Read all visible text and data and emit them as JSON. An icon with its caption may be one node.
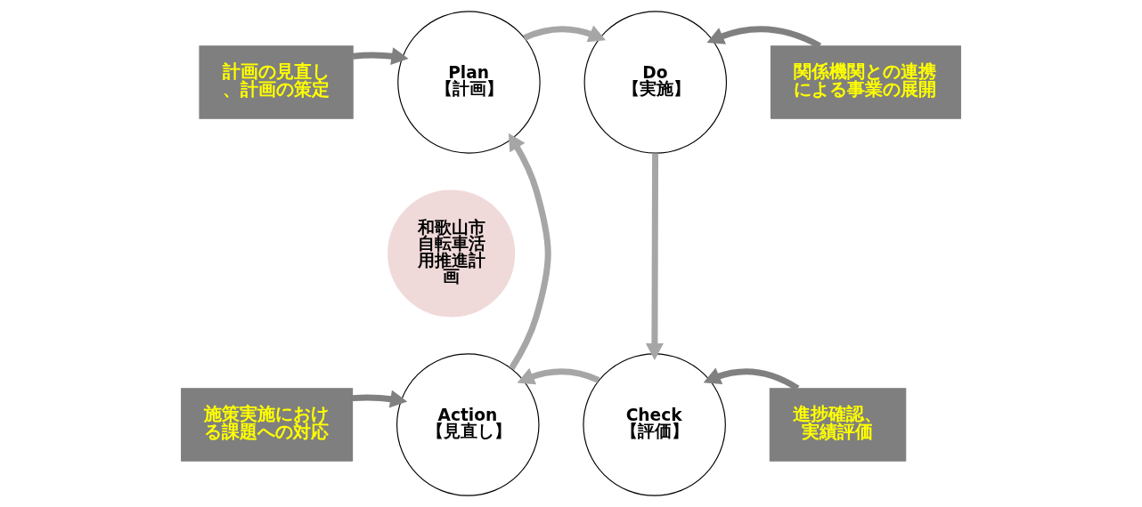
{
  "diagram": {
    "nodes": [
      {
        "text": [
          "Plan",
          "【計画】"
        ]
      },
      {
        "text": [
          "Do",
          "【実施】"
        ]
      },
      {
        "text": [
          "Check",
          "【評価】"
        ]
      },
      {
        "text": [
          "Action",
          "【見直し】"
        ]
      },
      {
        "text": [
          "和歌山市自転車活用推進計画"
        ]
      },
      {
        "text": [
          "計画の見直し、計画の策定"
        ]
      },
      {
        "text": [
          "関係機関との連携による事業の展開"
        ]
      },
      {
        "text": [
          "進捗確認、実績評価"
        ]
      },
      {
        "text": [
          "施策実施における課題への対応"
        ]
      }
    ],
    "edges": [
      {
        "from": 0,
        "to": 1,
        "arrow": "to"
      },
      {
        "from": 1,
        "to": 2,
        "arrow": "to"
      },
      {
        "from": 2,
        "to": 3,
        "arrow": "to"
      },
      {
        "from": 3,
        "to": 0,
        "arrow": "to"
      },
      {
        "from": 5,
        "to": 0,
        "arrow": "to",
        "color": "#808080"
      },
      {
        "from": 6,
        "to": 1,
        "arrow": "to",
        "color": "#808080"
      },
      {
        "from": 7,
        "to": 2,
        "arrow": "to",
        "color": "#808080"
      },
      {
        "from": 8,
        "to": 3,
        "arrow": "to",
        "color": "#808080"
      }
    ]
  }
}
